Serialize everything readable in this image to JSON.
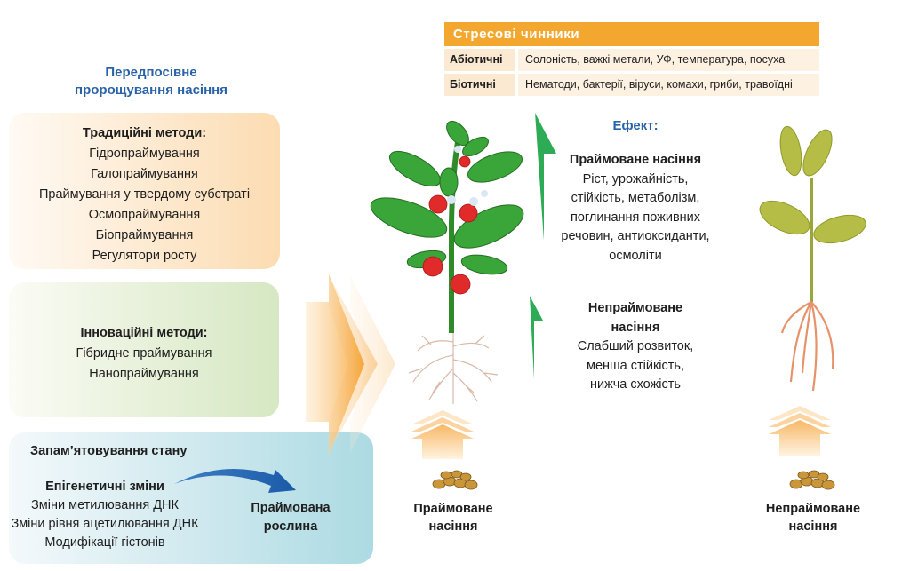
{
  "left_panel": {
    "title_line1": "Передпосівне",
    "title_line2": "пророщування насіння",
    "traditional": {
      "heading": "Традиційні методи:",
      "items": [
        "Гідропраймування",
        "Галопраймування",
        "Праймування у твердому субстраті",
        "Осмопраймування",
        "Біопраймування",
        "Регулятори росту"
      ]
    },
    "innovative": {
      "heading": "Інноваційні методи:",
      "items": [
        "Гібридне праймування",
        "Нанопраймування"
      ]
    },
    "memory": {
      "heading": "Запам’ятовування стану",
      "epigenetic_heading": "Епігенетичні зміни",
      "items": [
        "Зміни метилювання ДНК",
        "Зміни рівня ацетилювання ДНК",
        "Модифікації гістонів"
      ],
      "result_line1": "Праймована",
      "result_line2": "рослина"
    }
  },
  "stress_table": {
    "header": "Стресові чинники",
    "rows": [
      {
        "label": "Абіотичні",
        "value": "Солоність, важкі метали, УФ, температура, посуха"
      },
      {
        "label": "Біотичні",
        "value": "Нематоди, бактерії, віруси, комахи, гриби, травоїдні"
      }
    ]
  },
  "effect": {
    "title": "Ефект:",
    "primed": {
      "heading": "Праймоване насіння",
      "lines": [
        "Ріст, урожайність,",
        "стійкість, метаболізм,",
        "поглинання поживних",
        "речовин, антиоксиданти,",
        "осмоліти"
      ]
    },
    "unprimed": {
      "heading_line1": "Непраймоване",
      "heading_line2": "насіння",
      "lines": [
        "Слабший розвиток,",
        "менша стійкість,",
        "нижча схожість"
      ]
    }
  },
  "seeds": {
    "primed_line1": "Праймоване",
    "primed_line2": "насіння",
    "unprimed_line1": "Непраймоване",
    "unprimed_line2": "насіння"
  },
  "colors": {
    "accent_blue": "#2a62a8",
    "table_orange": "#f4a72e",
    "arrow_green": "#2eab57",
    "arrow_red": "#e8333f"
  }
}
